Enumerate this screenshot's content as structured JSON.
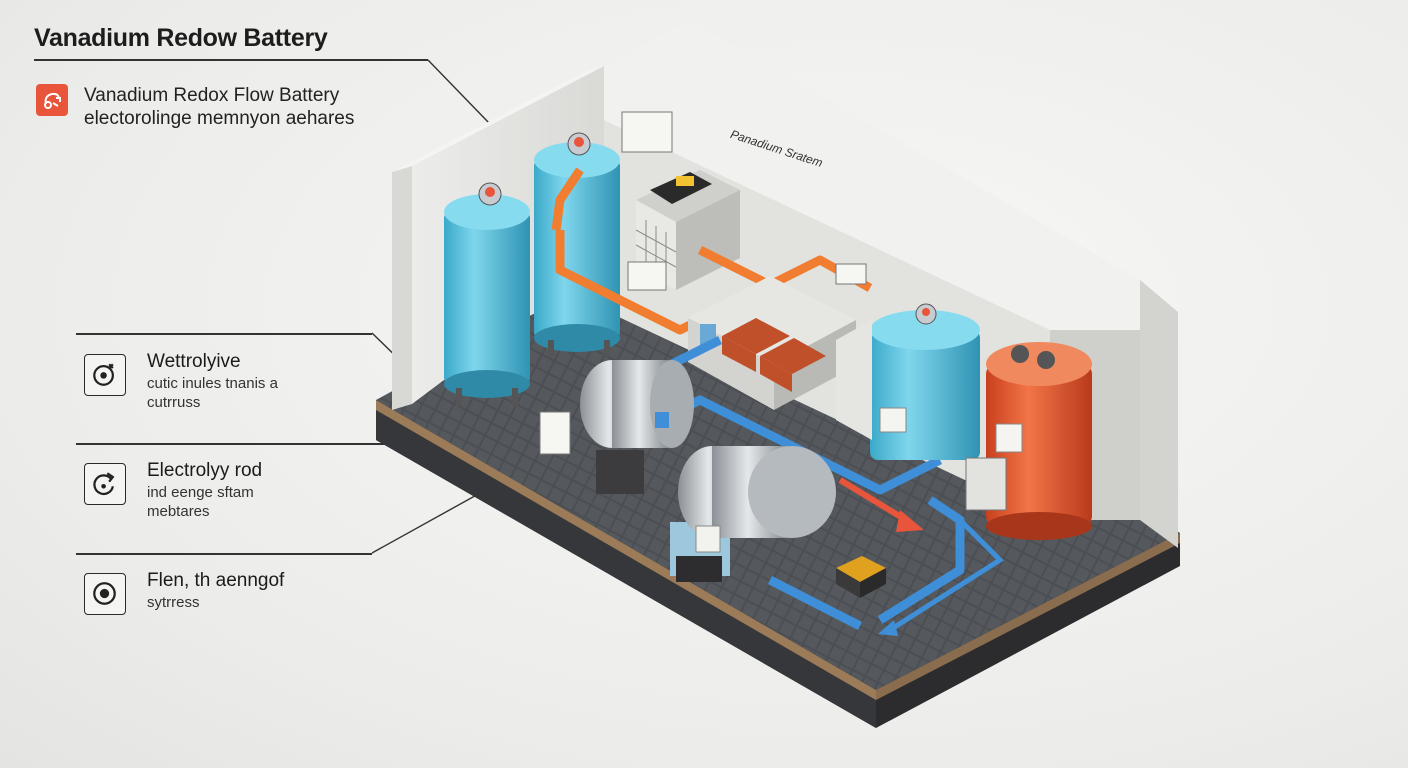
{
  "title": "Vanadium Redow Battery",
  "header": {
    "icon": "flow-battery-icon",
    "line1": "Vanadium Redox Flow Battery",
    "line2": "electorolinge memnyon aehares"
  },
  "legend": [
    {
      "icon": "target-plus-icon",
      "title": "Wettrolyive",
      "desc1": "cutic inules tnanis a",
      "desc2": "cutrruss"
    },
    {
      "icon": "refresh-arrow-icon",
      "title": "Electrolyy rod",
      "desc1": "ind eenge sftam",
      "desc2": "mebtares"
    },
    {
      "icon": "record-dot-icon",
      "title": "Flen, th aenngof",
      "desc1": "sytrress",
      "desc2": ""
    }
  ],
  "diagram": {
    "wall_label": "Panadium Sratem",
    "colors": {
      "tank_blue": "#5cc2dc",
      "tank_orange": "#e4562b",
      "pipe_orange": "#f07d30",
      "pipe_blue": "#3f8fd8",
      "floor": "#4a4d52",
      "accent_red": "#e8553a"
    }
  }
}
